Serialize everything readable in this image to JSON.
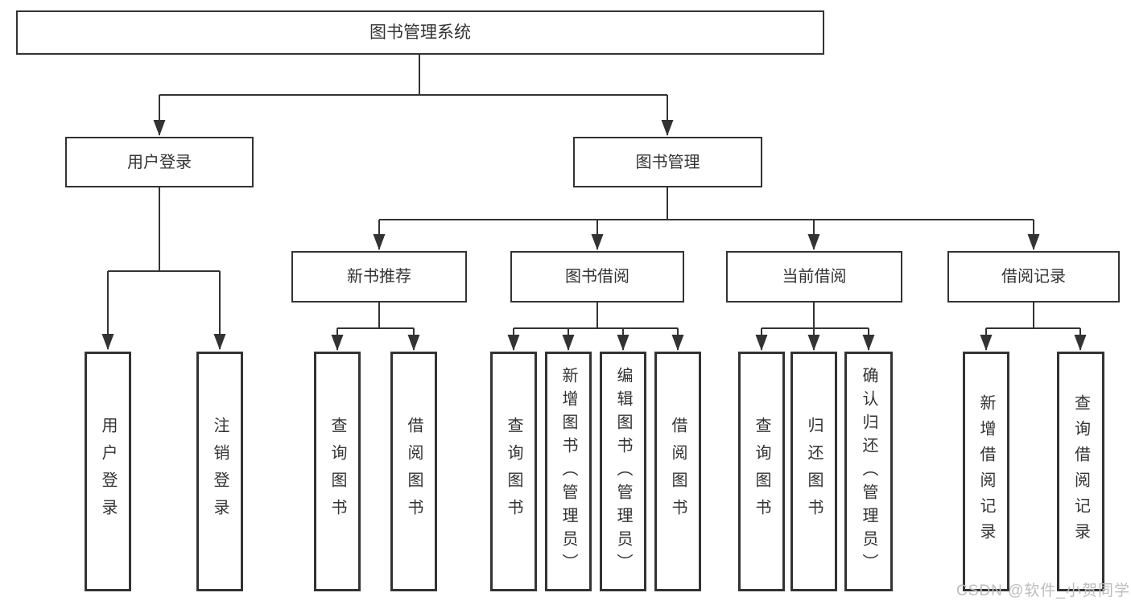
{
  "tree": {
    "root": {
      "label": "图书管理系统"
    },
    "modules": [
      {
        "label": "用户登录",
        "features": [
          {
            "label": "用户登录"
          },
          {
            "label": "注销登录"
          }
        ]
      },
      {
        "label": "图书管理",
        "submodules": [
          {
            "label": "新书推荐",
            "features": [
              {
                "label": "查询图书"
              },
              {
                "label": "借阅图书"
              }
            ]
          },
          {
            "label": "图书借阅",
            "features": [
              {
                "label": "查询图书"
              },
              {
                "label": "新增图书（管理员）"
              },
              {
                "label": "编辑图书（管理员）"
              },
              {
                "label": "借阅图书"
              }
            ]
          },
          {
            "label": "当前借阅",
            "features": [
              {
                "label": "查询图书"
              },
              {
                "label": "归还图书"
              },
              {
                "label": "确认归还（管理员）"
              }
            ]
          },
          {
            "label": "借阅记录",
            "features": [
              {
                "label": "新增借阅记录"
              },
              {
                "label": "查询借阅记录"
              }
            ]
          }
        ]
      }
    ]
  },
  "watermark": {
    "text": "CSDN @软件_小贺同学",
    "color": "#bdbdbd"
  },
  "style": {
    "background": "#ffffff",
    "box_fill": "#ffffff",
    "box_border_color": "#333333",
    "line_color": "#333333",
    "text_color": "#333333"
  }
}
